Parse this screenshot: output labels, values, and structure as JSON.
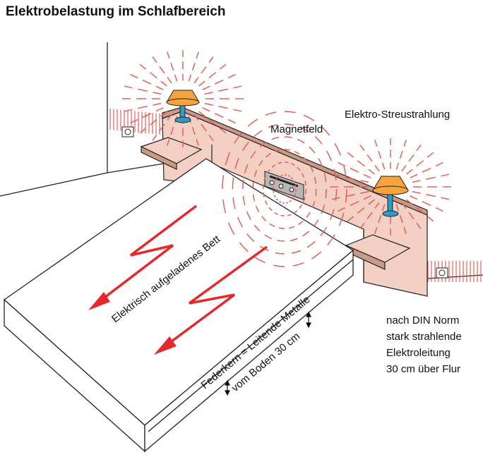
{
  "title": "Elektrobelastung im Schlafbereich",
  "labels": {
    "magnetfeld": "Magnetfeld",
    "streustrahlung": "Elektro-Streustrahlung",
    "bett": "Elektrisch aufgeladenes Bett",
    "federkern": "Federkern = Leitende Metalle",
    "boden": "vom Boden 30 cm",
    "din": [
      "nach DIN Norm",
      "stark strahlende",
      "Elektroleitung",
      "30 cm über Flur"
    ]
  },
  "colors": {
    "wood": "#f4cfc3",
    "shade": "#f7a43a",
    "lamp_stem": "#2b9cc8",
    "radiation": "#e0605a",
    "arrow": "#e3292b",
    "device": "#b7b7b7"
  }
}
